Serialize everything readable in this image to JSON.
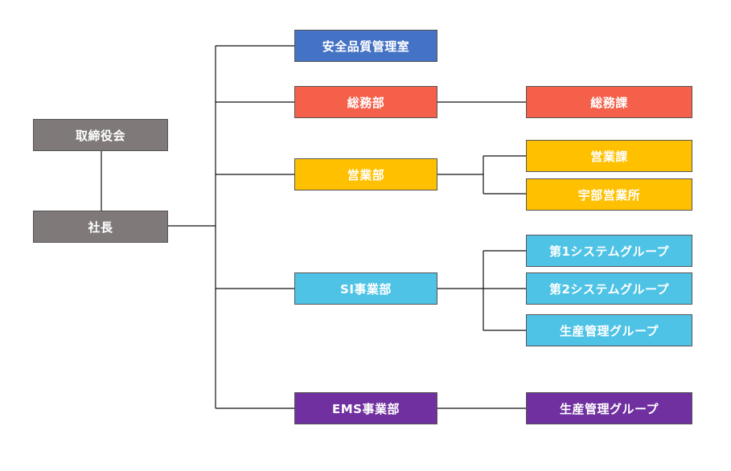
{
  "colors": {
    "executive": "#7f7979",
    "safety": "#4472c4",
    "general_affairs": "#f4604a",
    "sales": "#ffc000",
    "si": "#4ec3e6",
    "ems": "#7030a0"
  },
  "nodes": {
    "board": "取締役会",
    "president": "社長",
    "safety_office": "安全品質管理室",
    "general_affairs_dept": "総務部",
    "general_affairs_section": "総務課",
    "sales_dept": "営業部",
    "sales_section": "営業課",
    "ube_office": "宇部営業所",
    "si_dept": "SI事業部",
    "system_group_1": "第1システムグループ",
    "system_group_2": "第2システムグループ",
    "si_production_group": "生産管理グループ",
    "ems_dept": "EMS事業部",
    "ems_production_group": "生産管理グループ"
  }
}
